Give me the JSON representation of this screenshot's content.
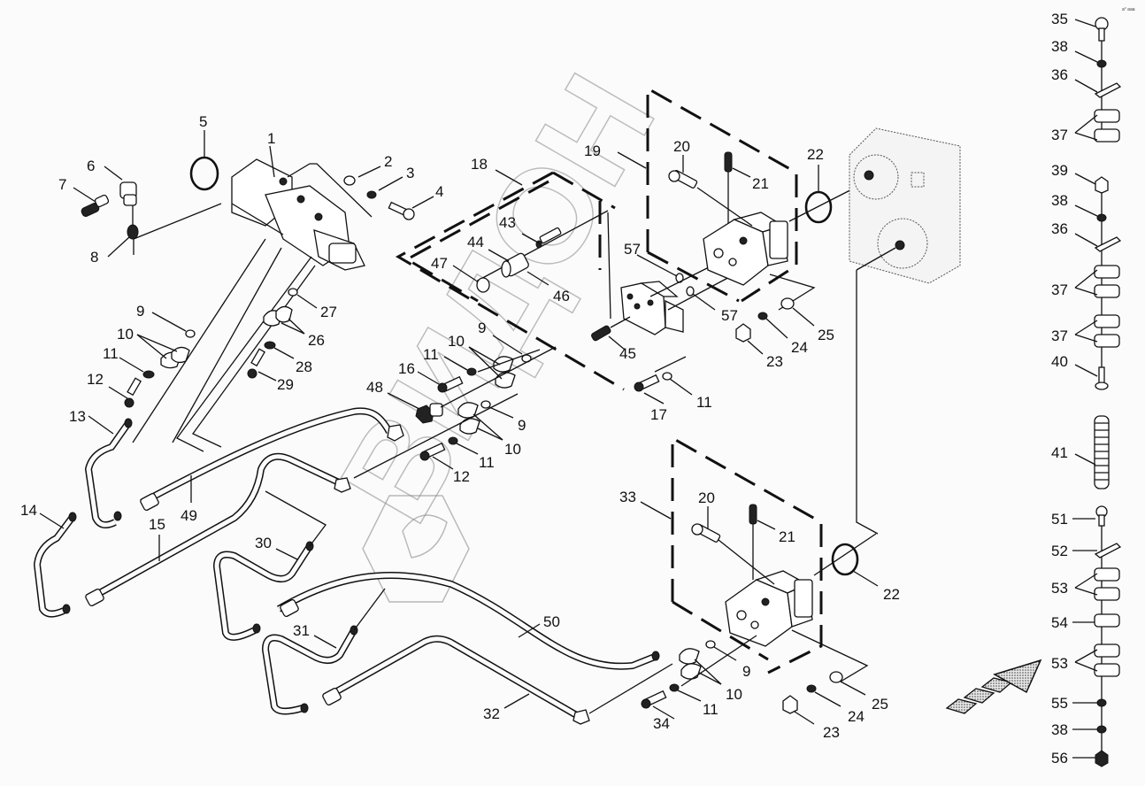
{
  "diagram": {
    "title": "Hydraulic pump / motor assembly — exploded parts view",
    "corner_code": "a° aaa",
    "watermark": "ВИДОН",
    "direction_arrow": "forward-direction-arrow",
    "callouts": {
      "c1": "1",
      "c2": "2",
      "c3": "3",
      "c4": "4",
      "c5": "5",
      "c6": "6",
      "c7": "7",
      "c8": "8",
      "c9a": "9",
      "c9b": "9",
      "c9c": "9",
      "c9d": "9",
      "c10a": "10",
      "c10b": "10",
      "c10c": "10",
      "c10d": "10",
      "c11a": "11",
      "c11b": "11",
      "c11c": "11",
      "c11d": "11",
      "c11e": "11",
      "c12a": "12",
      "c12b": "12",
      "c13": "13",
      "c14": "14",
      "c15": "15",
      "c16": "16",
      "c17": "17",
      "c18": "18",
      "c19": "19",
      "c20a": "20",
      "c20b": "20",
      "c21a": "21",
      "c21b": "21",
      "c22a": "22",
      "c22b": "22",
      "c23a": "23",
      "c23b": "23",
      "c24a": "24",
      "c24b": "24",
      "c25a": "25",
      "c25b": "25",
      "c26": "26",
      "c27": "27",
      "c28": "28",
      "c29": "29",
      "c30": "30",
      "c31": "31",
      "c32": "32",
      "c33": "33",
      "c34": "34",
      "c35": "35",
      "c36a": "36",
      "c36b": "36",
      "c37a": "37",
      "c37b": "37",
      "c37c": "37",
      "c38a": "38",
      "c38b": "38",
      "c38c": "38",
      "c39": "39",
      "c40": "40",
      "c41": "41",
      "c43": "43",
      "c44": "44",
      "c45": "45",
      "c46": "46",
      "c47": "47",
      "c48": "48",
      "c49": "49",
      "c50": "50",
      "c51": "51",
      "c52": "52",
      "c53a": "53",
      "c53b": "53",
      "c54": "54",
      "c55": "55",
      "c56": "56",
      "c57a": "57",
      "c57b": "57"
    }
  }
}
